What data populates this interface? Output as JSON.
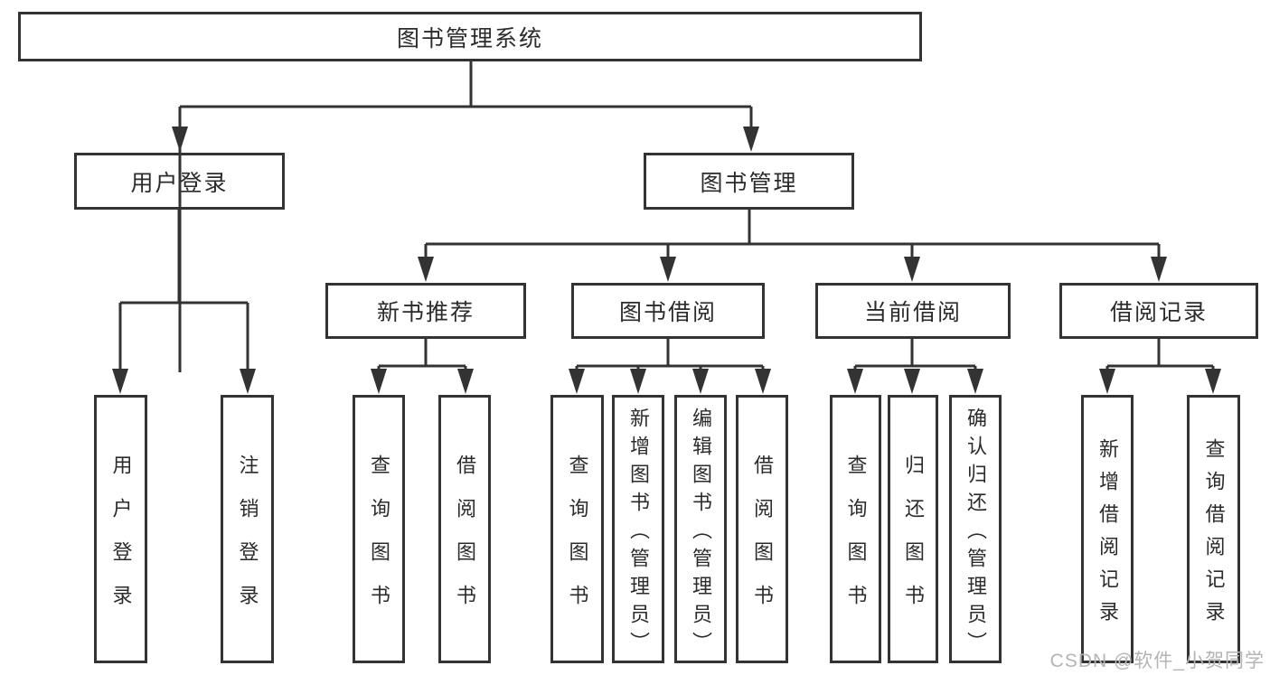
{
  "colors": {
    "line": "#333333",
    "text": "#2b2b2b",
    "background": "#ffffff",
    "watermark": "#b4b4b4"
  },
  "watermark": {
    "text": "CSDN @软件_小贺同学"
  },
  "tree": {
    "root": {
      "label": "图书管理系统",
      "children": [
        {
          "label": "用户登录",
          "children": [
            {
              "label": "用户登录"
            },
            {
              "label": "注销登录"
            }
          ]
        },
        {
          "label": "图书管理",
          "children": [
            {
              "label": "新书推荐",
              "children": [
                {
                  "label": "查询图书"
                },
                {
                  "label": "借阅图书"
                }
              ]
            },
            {
              "label": "图书借阅",
              "children": [
                {
                  "label": "查询图书"
                },
                {
                  "label": "新增图书（管理员）"
                },
                {
                  "label": "编辑图书（管理员）"
                },
                {
                  "label": "借阅图书"
                }
              ]
            },
            {
              "label": "当前借阅",
              "children": [
                {
                  "label": "查询图书"
                },
                {
                  "label": "归还图书"
                },
                {
                  "label": "确认归还（管理员）"
                }
              ]
            },
            {
              "label": "借阅记录",
              "children": [
                {
                  "label": "新增借阅记录"
                },
                {
                  "label": "查询借阅记录"
                }
              ]
            }
          ]
        }
      ]
    }
  }
}
